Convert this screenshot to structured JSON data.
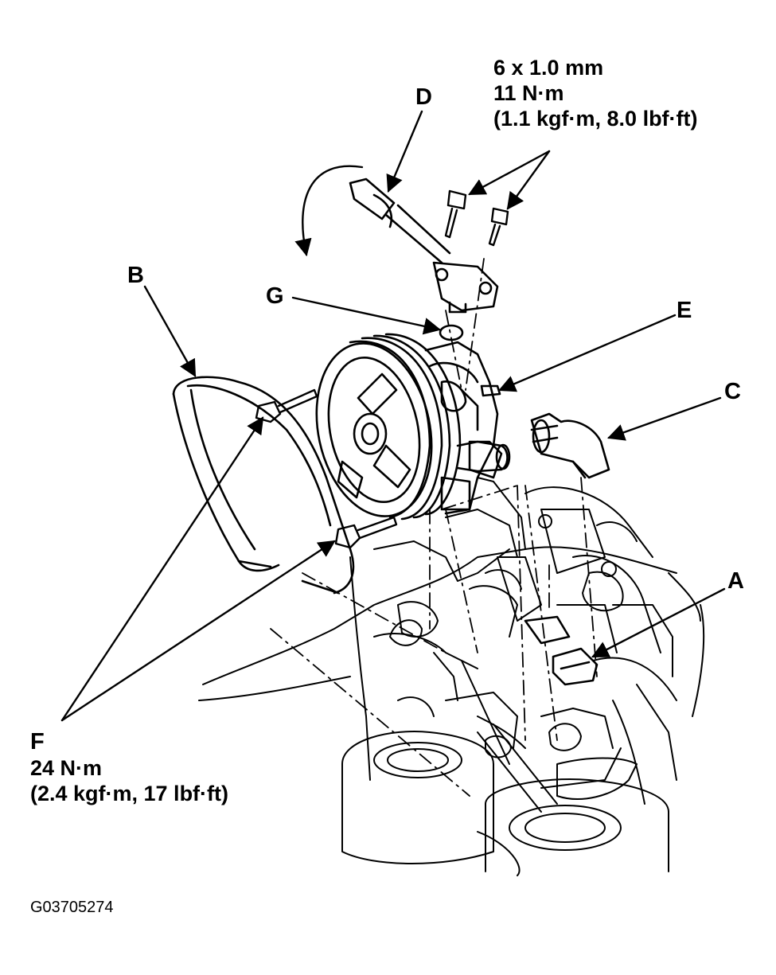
{
  "callouts": {
    "A": "A",
    "B": "B",
    "C": "C",
    "D": "D",
    "E": "E",
    "F": "F",
    "G": "G"
  },
  "spec_d": {
    "line1": "6 x 1.0 mm",
    "line2": "11 N·m",
    "line3": "(1.1 kgf·m, 8.0 lbf·ft)"
  },
  "spec_f": {
    "line1": "24 N·m",
    "line2": "(2.4 kgf·m, 17 lbf·ft)"
  },
  "figure_id": "G03705274",
  "colors": {
    "ink": "#000000",
    "paper": "#ffffff"
  }
}
